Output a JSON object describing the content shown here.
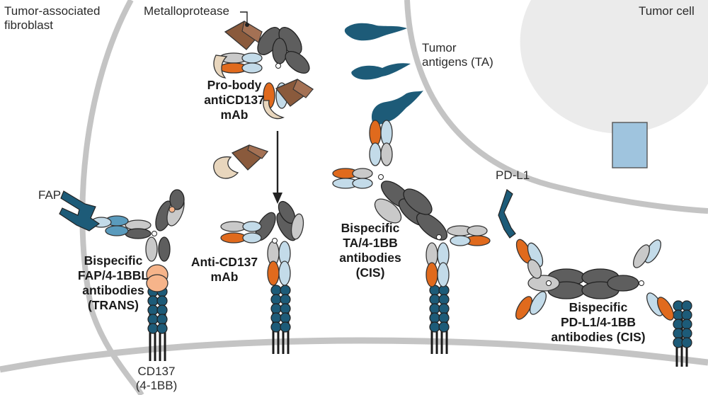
{
  "colors": {
    "membrane": "#c4c4c4",
    "tumor_cell_fill": "#ebebeb",
    "heavy_chain": "#5e5e5e",
    "light_chain": "#c9c9c9",
    "orange": "#e06a1d",
    "light_blue": "#c3dbe9",
    "dark_teal": "#1d5b78",
    "mid_blue": "#5a9bbd",
    "peach": "#f6b48a",
    "brown": "#8a5a3c",
    "beige": "#e8d6bd",
    "square": "#9fc4de",
    "arrow": "#222222"
  },
  "labels": {
    "fibroblast": "Tumor-associated\nfibroblast",
    "tumor_cell": "Tumor cell",
    "metalloprotease": "Metalloprotease",
    "tumor_antigens": "Tumor\nantigens (TA)",
    "pro_body": "Pro-body\nantiCD137\nmAb",
    "fap": "FAP",
    "pd_l1": "PD-L1",
    "bispecific_fap": "Bispecific\nFAP/4-1BBL\nantibodies\n(TRANS)",
    "anti_cd137": "Anti-CD137\nmAb",
    "bispecific_ta": "Bispecific\nTA/4-1BB\nantibodies\n(CIS)",
    "bispecific_pdl1": "Bispecific\nPD-L1/4-1BB\nantibodies (CIS)",
    "cd137": "CD137\n(4-1BB)"
  }
}
